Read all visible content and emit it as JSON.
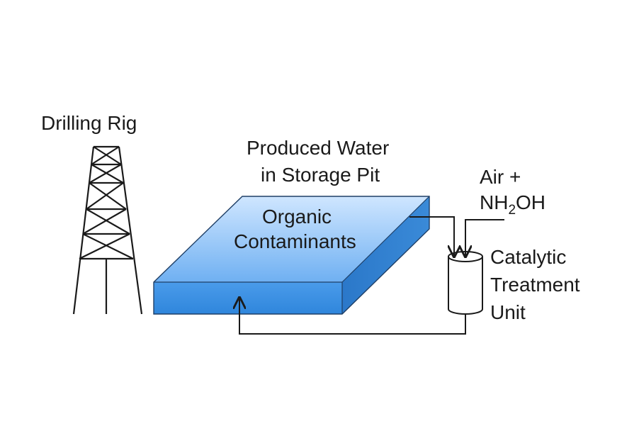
{
  "labels": {
    "drilling_rig": "Drilling Rig",
    "produced_water_line1": "Produced Water",
    "produced_water_line2": "in Storage Pit",
    "organic_line1": "Organic",
    "organic_line2": "Contaminants",
    "reagent_line1": "Air +",
    "reagent_nh": "NH",
    "reagent_sub": "2",
    "reagent_oh": "OH",
    "catalytic_line1": "Catalytic",
    "catalytic_line2": "Treatment",
    "catalytic_line3": "Unit"
  },
  "colors": {
    "pit_top_light": "#cfe6ff",
    "pit_top_dark": "#6fb0f2",
    "pit_front": "#3f93e6",
    "pit_side": "#2b78c9",
    "line": "#1a1a1a"
  }
}
